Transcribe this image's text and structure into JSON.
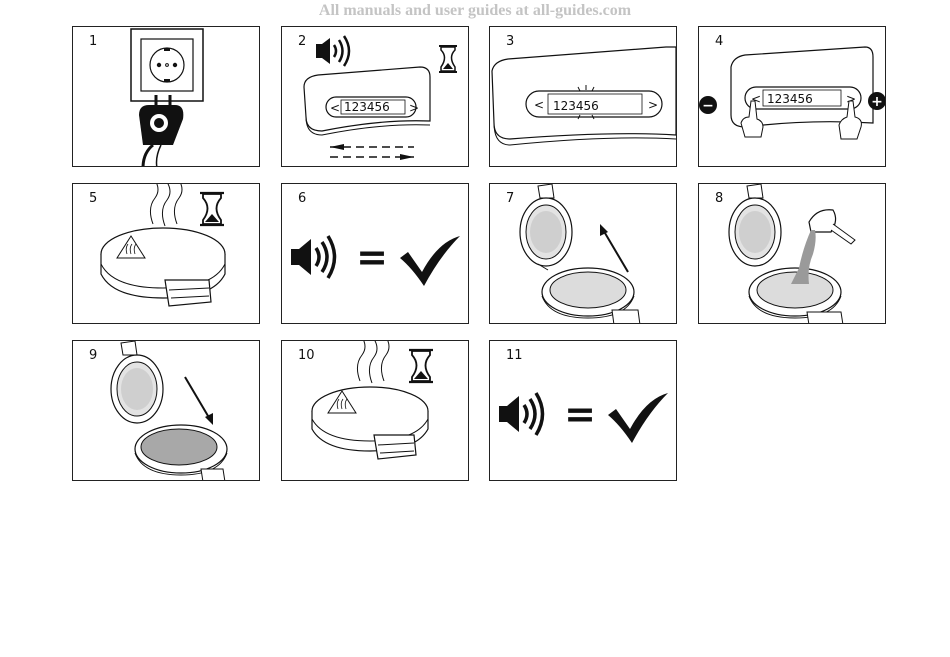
{
  "watermark": "All manuals and user guides at all-guides.com",
  "steps": [
    {
      "number": "1",
      "display_digits": ""
    },
    {
      "number": "2",
      "display_digits": "123456"
    },
    {
      "number": "3",
      "display_digits": "123456"
    },
    {
      "number": "4",
      "display_digits": "123456"
    },
    {
      "number": "5",
      "display_digits": ""
    },
    {
      "number": "6",
      "display_digits": ""
    },
    {
      "number": "7",
      "display_digits": ""
    },
    {
      "number": "8",
      "display_digits": ""
    },
    {
      "number": "9",
      "display_digits": ""
    },
    {
      "number": "10",
      "display_digits": ""
    },
    {
      "number": "11",
      "display_digits": ""
    }
  ],
  "symbols": {
    "equals": "=",
    "left_arrow": "<",
    "right_arrow": ">",
    "minus": "−",
    "plus": "+"
  },
  "icons": [
    "power-socket-icon",
    "plug-icon",
    "speaker-icon",
    "hourglass-icon",
    "checkmark-icon",
    "heat-warning-icon",
    "arrow-icon",
    "minus-button-icon",
    "plus-button-icon",
    "hand-icon",
    "batter-pitcher-icon",
    "waffle-maker-icon"
  ]
}
